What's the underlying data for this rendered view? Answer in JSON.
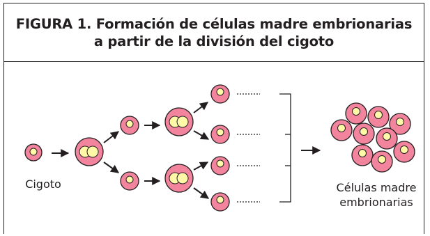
{
  "figure": {
    "title_line1": "FIGURA 1. Formación de células madre embrionarias",
    "title_line2": "a partir de la división del cigoto"
  },
  "labels": {
    "cigoto": "Cigoto",
    "celulas_line1": "Células madre",
    "celulas_line2": "embrionarias"
  },
  "colors": {
    "cell_fill": "#f2849e",
    "nucleus_fill": "#fff9a8",
    "outline": "#231f20"
  }
}
